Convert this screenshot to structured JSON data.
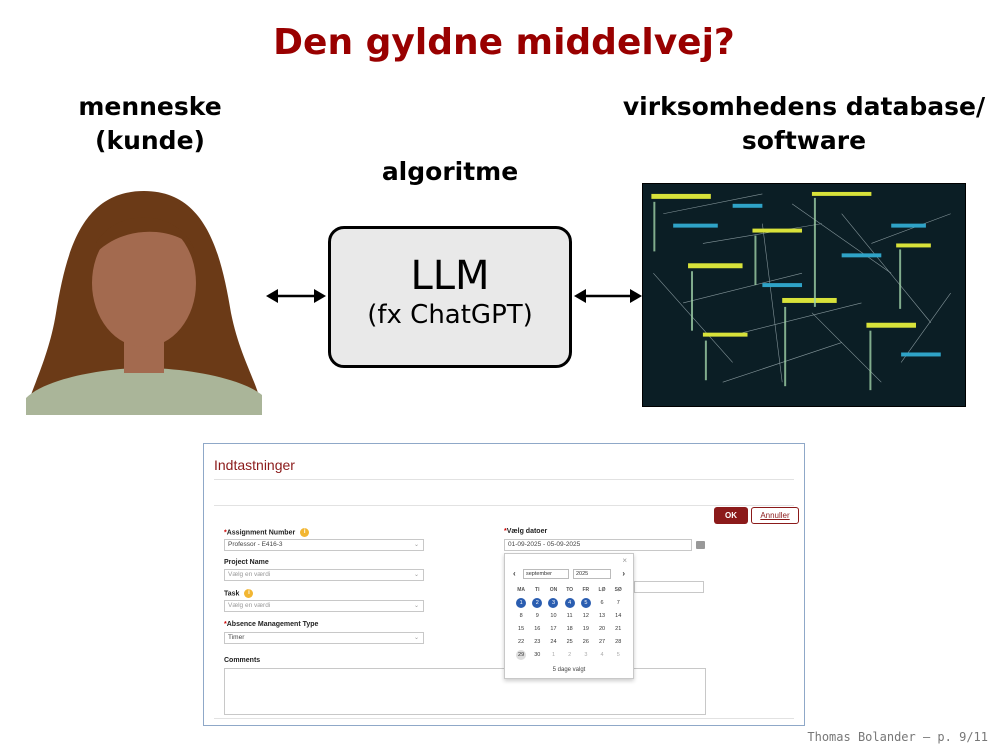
{
  "slide": {
    "title": "Den gyldne middelvej?",
    "label_human_line1": "menneske",
    "label_human_line2": "(kunde)",
    "label_algorithm": "algoritme",
    "label_db_line1": "virksomhedens database/",
    "label_db_line2": "software",
    "llm_title": "LLM",
    "llm_subtitle": "(fx ChatGPT)",
    "footer": "Thomas Bolander – p. 9/11"
  },
  "colors": {
    "title": "#990000",
    "llm_box_fill": "#e9e9e9",
    "hair": "#6b3a17",
    "face": "#a36a4f",
    "shirt": "#aab599",
    "form_accent": "#8b1a1a",
    "selected_day": "#2a5db0"
  },
  "form": {
    "header": "Indtastninger",
    "ok_label": "OK",
    "cancel_label": "Annuller",
    "assignment_label": "Assignment Number",
    "assignment_value": "Professor - E416-3",
    "project_label": "Project Name",
    "project_placeholder": "Vælg en værdi",
    "task_label": "Task",
    "task_placeholder": "Vælg en værdi",
    "absence_label": "Absence Management Type",
    "absence_value": "Timer",
    "comments_label": "Comments",
    "date_label": "Vælg datoer",
    "date_value": "01-09-2025 - 05-09-2025",
    "required_mark": "*",
    "info_mark": "i",
    "calendar": {
      "close": "×",
      "prev": "‹",
      "next": "›",
      "month": "september",
      "year": "2025",
      "weekdays": [
        "MA",
        "TI",
        "ON",
        "TO",
        "FR",
        "LØ",
        "SØ"
      ],
      "weeks": [
        [
          "1",
          "2",
          "3",
          "4",
          "5",
          "6",
          "7"
        ],
        [
          "8",
          "9",
          "10",
          "11",
          "12",
          "13",
          "14"
        ],
        [
          "15",
          "16",
          "17",
          "18",
          "19",
          "20",
          "21"
        ],
        [
          "22",
          "23",
          "24",
          "25",
          "26",
          "27",
          "28"
        ],
        [
          "29",
          "30",
          "1",
          "2",
          "3",
          "4",
          "5"
        ]
      ],
      "selected_days": [
        "1",
        "2",
        "3",
        "4",
        "5"
      ],
      "today": "29",
      "footer": "5 dage valgt"
    }
  }
}
